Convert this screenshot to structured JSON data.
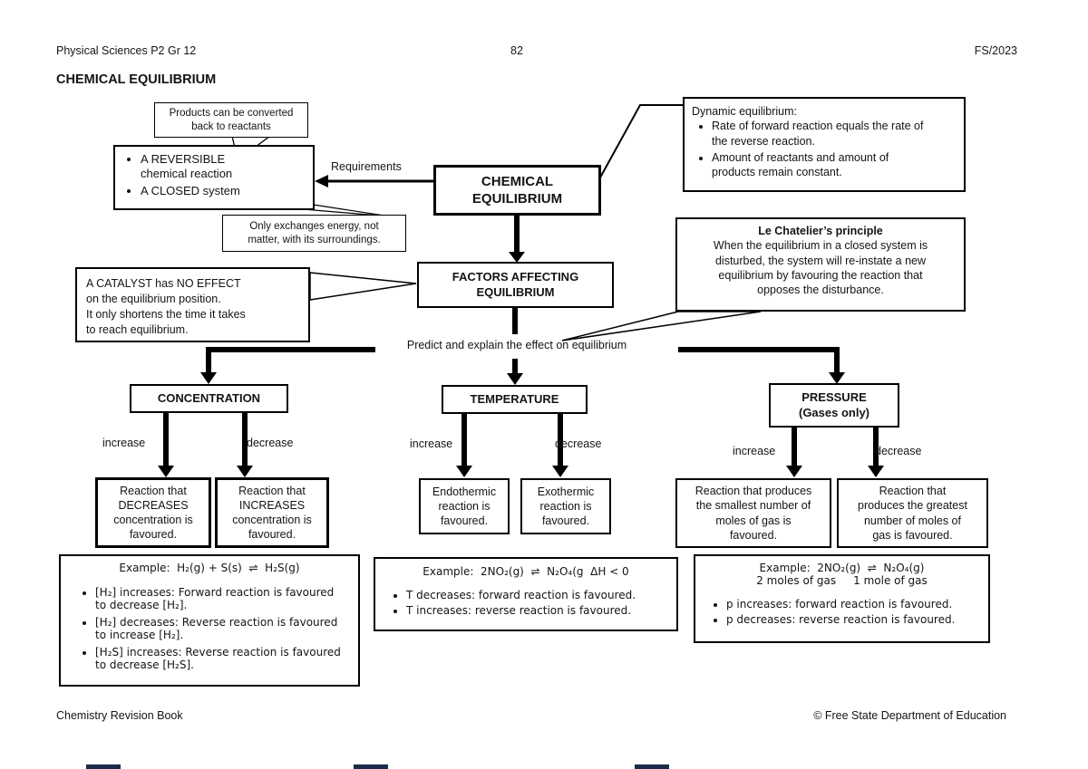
{
  "page": {
    "header_left": "Physical Sciences P2 Gr 12",
    "header_page": "82",
    "header_right": "FS/2023",
    "title": "CHEMICAL EQUILIBRIUM",
    "footer_left": "Chemistry Revision Book",
    "footer_right": "© Free State Department of Education"
  },
  "callouts": {
    "products": {
      "text": "Products can be converted\nback to reactants"
    },
    "only_exchanges": {
      "text": "Only exchanges energy, not\nmatter, with its surroundings."
    },
    "dynamic": {
      "title": "Dynamic equilibrium:",
      "bullets": [
        "Rate of forward reaction equals the rate of the reverse reaction.",
        "Amount of reactants and amount of products remain constant."
      ]
    },
    "le_chatelier": {
      "title": "Le Chatelier’s principle",
      "body": "When the equilibrium in a closed system is\ndisturbed, the system will re-instate a new\nequilibrium by favouring the reaction that\nopposes the disturbance."
    },
    "catalyst": {
      "text": "A CATALYST has NO EFFECT\non the equilibrium position.\nIt only shortens the time it takes\nto reach equilibrium."
    }
  },
  "nodes": {
    "chemical_equilibrium": {
      "label": "CHEMICAL\nEQUILIBRIUM"
    },
    "requirements_label": "Requirements",
    "reversible": {
      "bullets": [
        "A REVERSIBLE\nchemical reaction",
        "A CLOSED system"
      ]
    },
    "factors": {
      "label": "FACTORS AFFECTING\nEQUILIBRIUM"
    },
    "predict_label": "Predict and explain the effect on equilibrium",
    "concentration": {
      "label": "CONCENTRATION",
      "increase_label": "increase",
      "decrease_label": "decrease",
      "increase_result": "Reaction that\nDECREASES\nconcentration is\nfavoured.",
      "decrease_result": "Reaction that\nINCREASES\nconcentration is\nfavoured."
    },
    "temperature": {
      "label": "TEMPERATURE",
      "increase_label": "increase",
      "decrease_label": "decrease",
      "increase_result": "Endothermic\nreaction is\nfavoured.",
      "decrease_result": "Exothermic\nreaction is\nfavoured."
    },
    "pressure": {
      "label": "PRESSURE\n(Gases only)",
      "increase_label": "increase",
      "decrease_label": "decrease",
      "increase_result": "Reaction that produces\nthe smallest number of\nmoles of gas is\nfavoured.",
      "decrease_result": "Reaction that\nproduces the greatest\nnumber of moles of\ngas is favoured."
    }
  },
  "examples": {
    "concentration": {
      "title": "Example:  H₂(g) + S(s)  ⇌  H₂S(g)",
      "bullets": [
        "[H₂] increases: Forward reaction is favoured to decrease [H₂].",
        "[H₂] decreases: Reverse reaction is favoured to increase [H₂].",
        "[H₂S] increases: Reverse reaction is favoured to decrease [H₂S]."
      ]
    },
    "temperature": {
      "title": "Example:  2NO₂(g)  ⇌  N₂O₄(g  ΔH < 0",
      "bullets": [
        "T decreases: forward reaction is favoured.",
        "T increases: reverse reaction is favoured."
      ]
    },
    "pressure": {
      "title": "Example:  2NO₂(g)  ⇌  N₂O₄(g)",
      "subtitle": "2 moles of gas     1 mole of gas",
      "bullets": [
        "p increases: forward reaction is favoured.",
        "p decreases: reverse reaction is favoured."
      ]
    }
  }
}
